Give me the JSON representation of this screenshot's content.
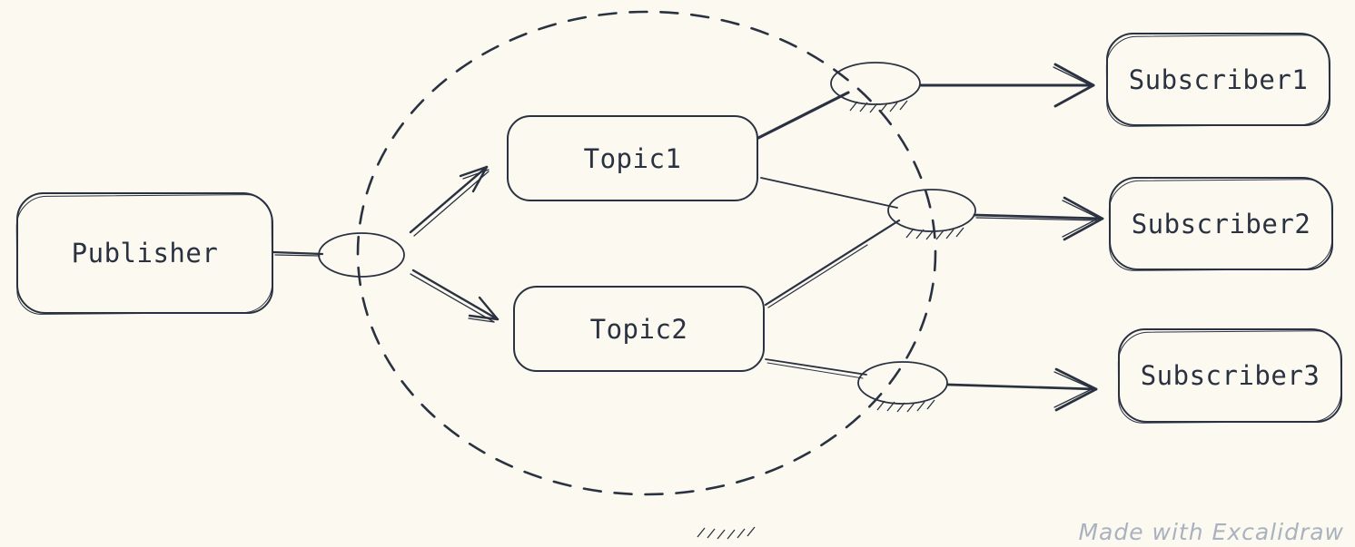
{
  "canvas": {
    "background_color": "#fbf9f0",
    "stroke_color": "#2a3140",
    "watermark": {
      "label": "Made with Excalidraw",
      "color": "#a9b2be"
    }
  },
  "nodes": {
    "publisher": {
      "label": "Publisher"
    },
    "topics": [
      {
        "label": "Topic1"
      },
      {
        "label": "Topic2"
      }
    ],
    "subscribers": [
      {
        "label": "Subscriber1"
      },
      {
        "label": "Subscriber2"
      },
      {
        "label": "Subscriber3"
      }
    ]
  }
}
